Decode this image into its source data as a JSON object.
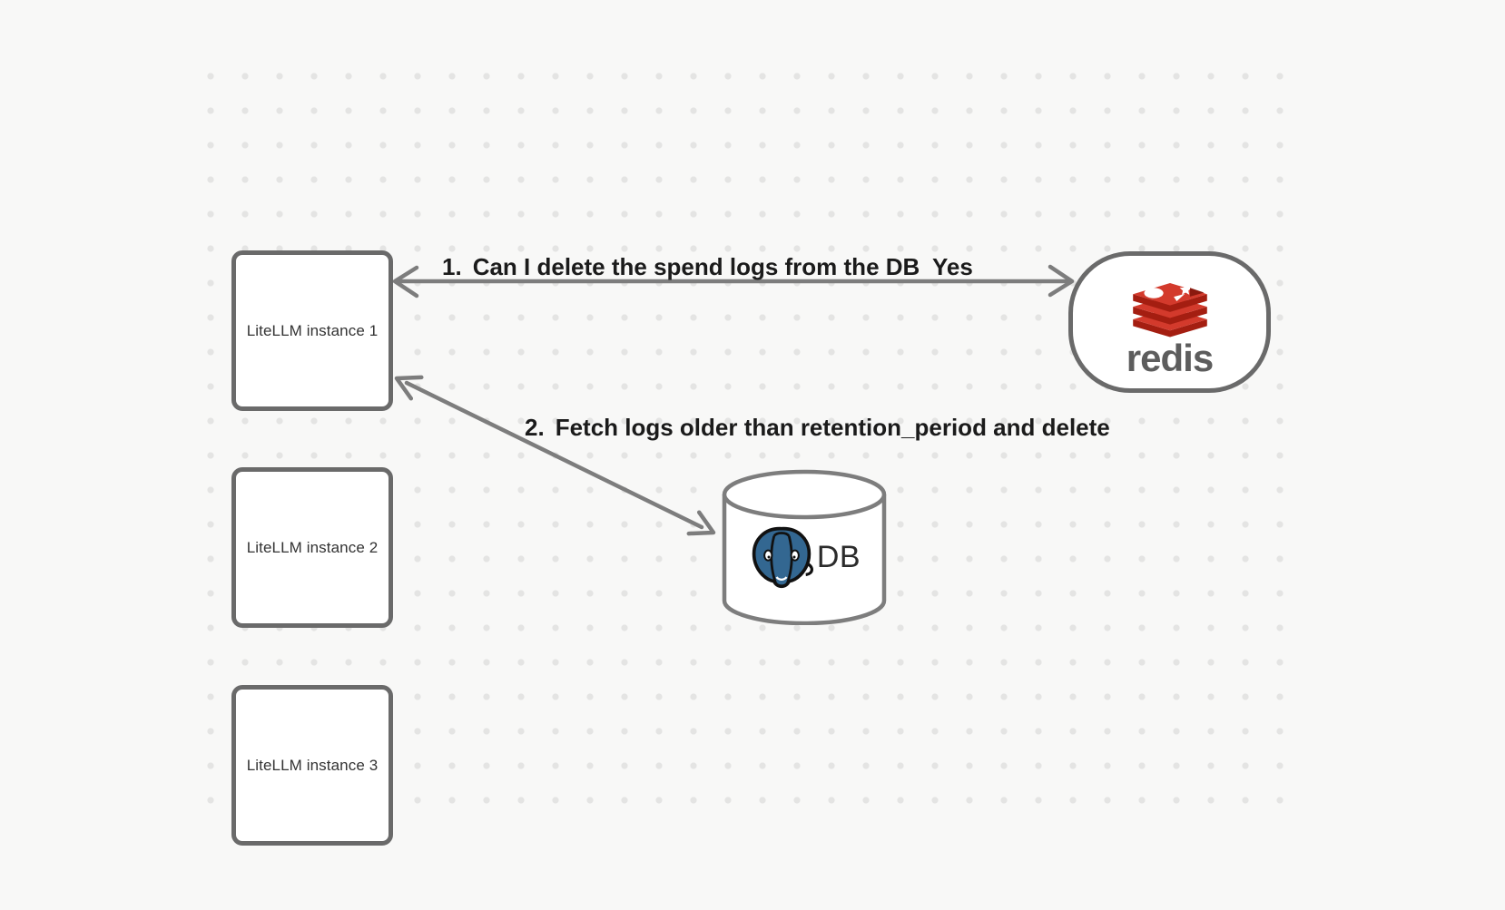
{
  "diagram": {
    "instances": [
      {
        "label": "LiteLLM instance 1"
      },
      {
        "label": "LiteLLM instance 2"
      },
      {
        "label": "LiteLLM instance 3"
      }
    ],
    "redis": {
      "wordmark": "redis"
    },
    "db": {
      "label": "DB"
    },
    "edges": [
      {
        "number": "1.",
        "text": "Can I delete the spend logs from the DB",
        "response": "Yes",
        "from": "LiteLLM instance 1",
        "to": "redis"
      },
      {
        "number": "2.",
        "text": "Fetch logs older than retention_period and delete",
        "from": "LiteLLM instance 1",
        "to": "DB"
      }
    ],
    "colors": {
      "background": "#f8f8f7",
      "grid_dot": "#e4e4e3",
      "node_border": "#6a6a6a",
      "arrow": "#7d7d7d",
      "label_text": "#1b1b1b",
      "node_text": "#333333",
      "redis_red": "#d33a2c",
      "redis_red_dark": "#a41e11",
      "redis_notch": "#8a1a0f",
      "redis_wordmark": "#5d5d5d",
      "postgres_blue": "#336791",
      "db_text": "#2b2b2b"
    }
  }
}
